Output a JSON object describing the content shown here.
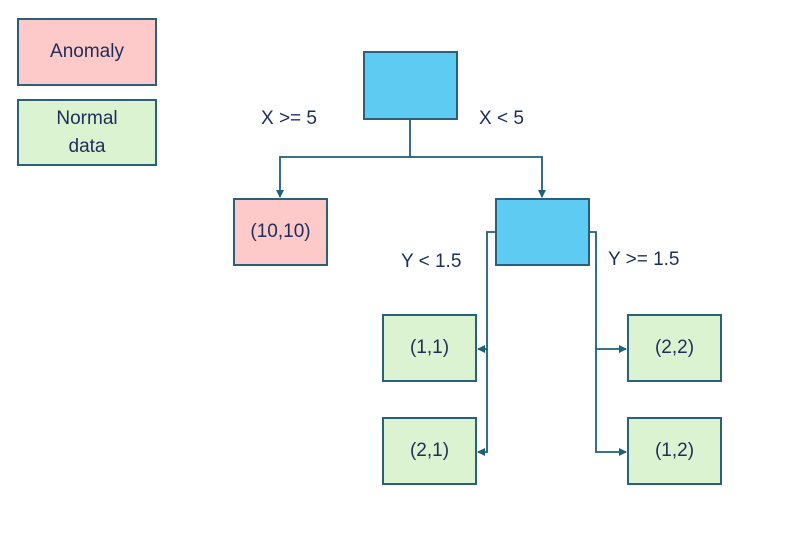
{
  "legend": {
    "anomaly": "Anomaly",
    "normal_line1": "Normal",
    "normal_line2": "data"
  },
  "root": {
    "left_condition": "X >= 5",
    "right_condition": "X < 5"
  },
  "leaf_anomaly": "(10,10)",
  "split_y": {
    "left_condition": "Y < 1.5",
    "right_condition": "Y >= 1.5"
  },
  "leaves_left": [
    "(1,1)",
    "(2,1)"
  ],
  "leaves_right": [
    "(2,2)",
    "(1,2)"
  ],
  "colors": {
    "anomaly": "#fdc9c9",
    "normal": "#dcf3d2",
    "node": "#5ecbf3",
    "edge": "#1f5f7a",
    "text": "#1f2d5a"
  }
}
